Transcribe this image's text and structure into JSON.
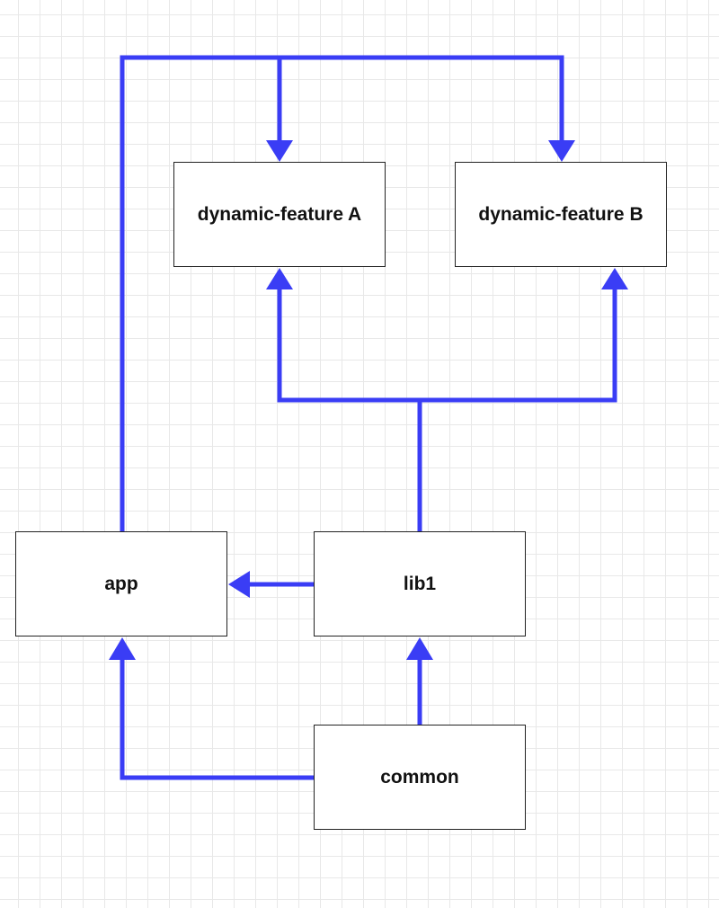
{
  "diagram": {
    "edge_color": "#3a3df5",
    "nodes": [
      {
        "id": "dyn-a",
        "label": "dynamic-feature A"
      },
      {
        "id": "dyn-b",
        "label": "dynamic-feature B"
      },
      {
        "id": "app",
        "label": "app"
      },
      {
        "id": "lib1",
        "label": "lib1"
      },
      {
        "id": "common",
        "label": "common"
      }
    ],
    "edges": [
      {
        "from": "app",
        "to": "dyn-a"
      },
      {
        "from": "app",
        "to": "dyn-b"
      },
      {
        "from": "lib1",
        "to": "dyn-a"
      },
      {
        "from": "lib1",
        "to": "dyn-b"
      },
      {
        "from": "lib1",
        "to": "app"
      },
      {
        "from": "common",
        "to": "app"
      },
      {
        "from": "common",
        "to": "lib1"
      }
    ]
  }
}
